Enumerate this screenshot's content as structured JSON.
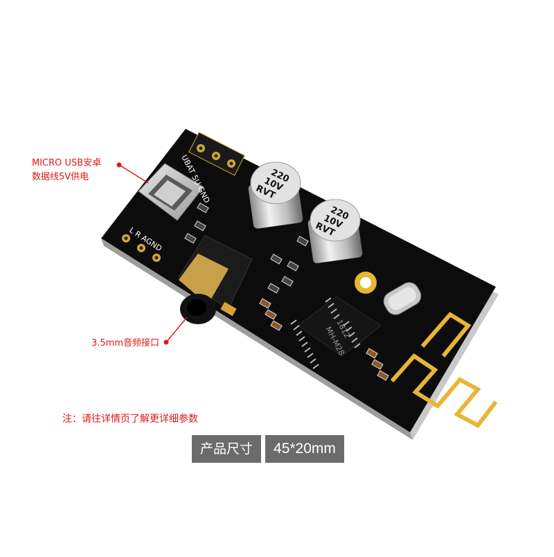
{
  "annotations": {
    "usb_line1": "MICRO USB安卓",
    "usb_line2": "数据线5V供电",
    "jack": "3.5mm音频接口"
  },
  "note": "注：请往详情页了解更详细参数",
  "size": {
    "label": "产品尺寸",
    "value": "45*20mm"
  },
  "board": {
    "pins_top": "UBAT 5U GND",
    "pins_left": "L  R  AGND",
    "cap1": [
      "220",
      "10V",
      "RVT"
    ],
    "cap2": [
      "220",
      "10V",
      "RVT"
    ],
    "chip": [
      "MH-M28",
      "1812"
    ]
  },
  "colors": {
    "annotation": "#e01818",
    "pcb": "#0c0c0c",
    "size_box": "#6b6b6b",
    "gold": "#d4a33a"
  }
}
